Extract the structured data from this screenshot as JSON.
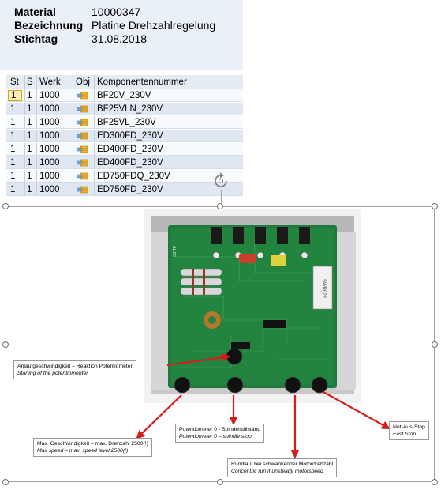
{
  "header": {
    "material_label": "Material",
    "material_value": "10000347",
    "bezeichnung_label": "Bezeichnung",
    "bezeichnung_value": "Platine Drehzahlregelung",
    "stichtag_label": "Stichtag",
    "stichtag_value": "31.08.2018"
  },
  "table": {
    "columns": [
      "St",
      "S",
      "Werk",
      "Obj",
      "Komponentennummer"
    ],
    "rows": [
      {
        "st": "1",
        "s": "1",
        "werk": "1000",
        "komponente": "BF20V_230V"
      },
      {
        "st": "1",
        "s": "1",
        "werk": "1000",
        "komponente": "BF25VLN_230V"
      },
      {
        "st": "1",
        "s": "1",
        "werk": "1000",
        "komponente": "BF25VL_230V"
      },
      {
        "st": "1",
        "s": "1",
        "werk": "1000",
        "komponente": "ED300FD_230V"
      },
      {
        "st": "1",
        "s": "1",
        "werk": "1000",
        "komponente": "ED400FD_230V"
      },
      {
        "st": "1",
        "s": "1",
        "werk": "1000",
        "komponente": "ED400FD_230V"
      },
      {
        "st": "1",
        "s": "1",
        "werk": "1000",
        "komponente": "ED750FDQ_230V"
      },
      {
        "st": "1",
        "s": "1",
        "werk": "1000",
        "komponente": "ED750FD_230V"
      }
    ]
  },
  "board": {
    "label_1": "CJ-TF",
    "label_2": "SWR022"
  },
  "notes": {
    "anlauf_de": "Anlaufgeschwindigkeit – Reaktion Potentiometer",
    "anlauf_en": "Starting of the potentiomenter",
    "notaus_de": "Not-Aus-Stop",
    "notaus_en": "Fast Stop",
    "poti_de": "Potentiometer  0 -  Spindelstillstand",
    "poti_en": "Potentiometer 0 – spindle stop",
    "max_de": "Max. Geschwindigkeit – max. Drehzahl 2500(!)",
    "max_en": "Max speed – max. speed level 2500(!)",
    "rundlauf_de": "Rundlauf bei schwankender Motordrehzahl",
    "rundlauf_en": "Concentric run if unsteady motorspeed"
  },
  "colors": {
    "header_bg": "#e9f0f8",
    "row_alt": "#dfe8f2",
    "arrow_red": "#d81c1c",
    "pcb_green": "#1e7a3c"
  }
}
